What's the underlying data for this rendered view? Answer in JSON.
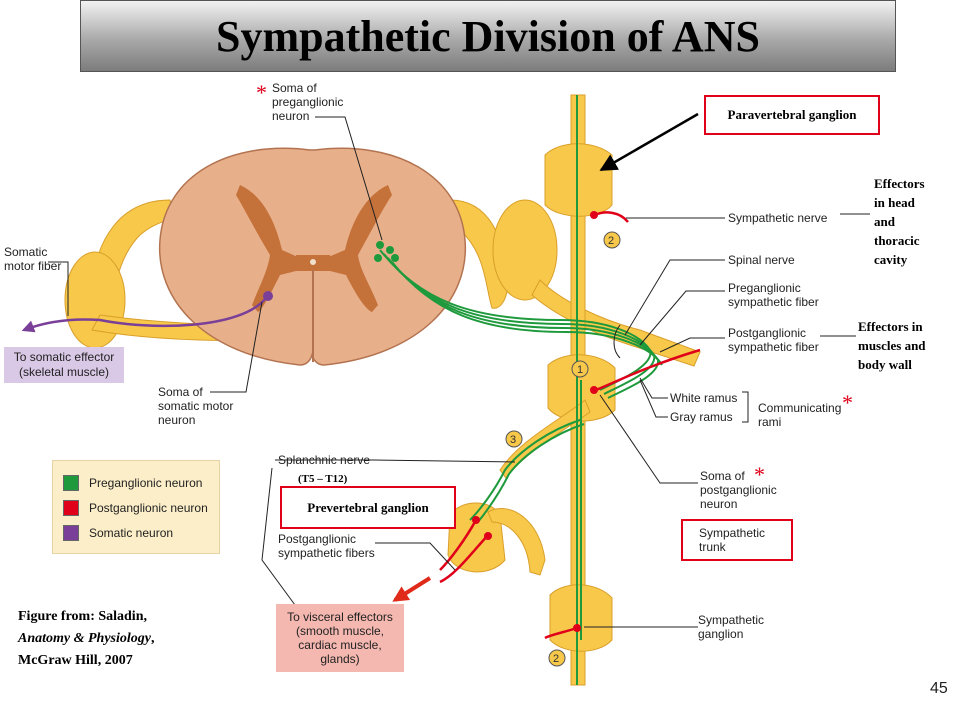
{
  "title": "Sympathetic Division of ANS",
  "labels": {
    "soma_preganglionic": "Soma of preganglionic neuron",
    "soma_preganglionic_line1": "Soma of",
    "soma_preganglionic_line2": "preganglionic",
    "soma_preganglionic_line3": "neuron",
    "somatic_motor_fiber_line1": "Somatic",
    "somatic_motor_fiber_line2": "motor fiber",
    "soma_somatic_line1": "Soma of",
    "soma_somatic_line2": "somatic motor",
    "soma_somatic_line3": "neuron",
    "sympathetic_nerve": "Sympathetic nerve",
    "spinal_nerve": "Spinal nerve",
    "preganglionic_fiber_line1": "Preganglionic",
    "preganglionic_fiber_line2": "sympathetic fiber",
    "postganglionic_fiber_line1": "Postganglionic",
    "postganglionic_fiber_line2": "sympathetic fiber",
    "white_ramus": "White ramus",
    "gray_ramus": "Gray ramus",
    "communicating_line1": "Communicating",
    "communicating_line2": "rami",
    "splanchnic_nerve": "Splanchnic nerve",
    "t5_t12": "(T5 – T12)",
    "soma_postganglionic_line1": "Soma of",
    "soma_postganglionic_line2": "postganglionic",
    "soma_postganglionic_line3": "neuron",
    "postganglionic_fibers_line1": "Postganglionic",
    "postganglionic_fibers_line2": "sympathetic fibers",
    "sympathetic_ganglion_line1": "Sympathetic",
    "sympathetic_ganglion_line2": "ganglion",
    "num1": "1",
    "num2a": "2",
    "num2b": "2",
    "num3": "3",
    "star": "*"
  },
  "boxes": {
    "paravertebral": "Paravertebral ganglion",
    "prevertebral": "Prevertebral ganglion",
    "sympathetic_trunk_line1": "Sympathetic",
    "sympathetic_trunk_line2": "trunk",
    "somatic_effector_line1": "To somatic effector",
    "somatic_effector_line2": "(skeletal muscle)",
    "visceral_line1": "To visceral effectors",
    "visceral_line2": "(smooth muscle,",
    "visceral_line3": "cardiac muscle,",
    "visceral_line4": "glands)"
  },
  "annotations": {
    "effectors_head_line1": "Effectors",
    "effectors_head_line2": "in head",
    "effectors_head_line3": "and",
    "effectors_head_line4": "thoracic",
    "effectors_head_line5": "cavity",
    "effectors_muscles_line1": "Effectors in",
    "effectors_muscles_line2": "muscles and",
    "effectors_muscles_line3": "body wall"
  },
  "legend": [
    {
      "label": "Preganglionic neuron",
      "color": "#1e9a3c"
    },
    {
      "label": "Postganglionic neuron",
      "color": "#e0001a"
    },
    {
      "label": "Somatic neuron",
      "color": "#7a3f98"
    }
  ],
  "credit": {
    "line1": "Figure from: Saladin,",
    "line2": "Anatomy & Physiology",
    "line2_suffix": ",",
    "line3": "McGraw Hill, 2007"
  },
  "page_number": "45",
  "colors": {
    "preganglionic": "#1e9a3c",
    "postganglionic": "#e0001a",
    "somatic": "#7a3f98",
    "nerve_yellow": "#f7c84a",
    "cord_tan": "#e8b08a",
    "gray_matter": "#c4713a"
  }
}
